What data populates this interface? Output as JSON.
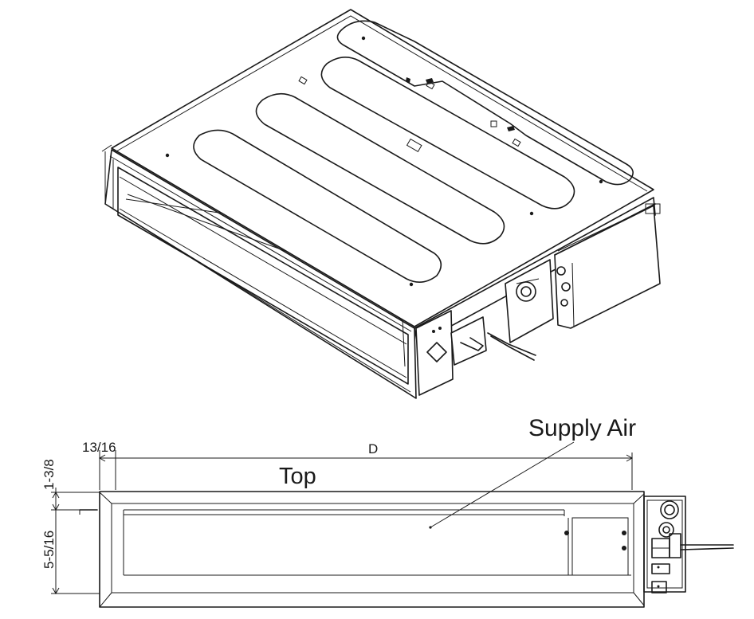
{
  "labels": {
    "supply_air": "Supply Air",
    "top": "Top",
    "dim_depth": "D",
    "dim_offset": "13/16",
    "dim_top_gap": "1-3/8",
    "dim_height": "5-5/16"
  },
  "colors": {
    "line": "#1a1a1a",
    "background": "#ffffff"
  }
}
